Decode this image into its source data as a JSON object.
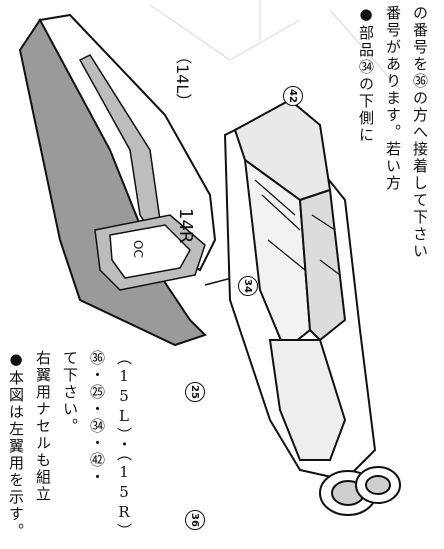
{
  "notes": {
    "left": {
      "line1": "●本図は左翼用を示す。",
      "line2": "右翼用ナセルも組立",
      "line3": "て下さい。",
      "line4": "㊱・㉕・㉞・㊷・",
      "line5": "（15L）・（15R）"
    },
    "right": {
      "line1": "●部品㉞の下側に",
      "line2": "番号があります。若い方",
      "line3": "の番号を㊱の方へ接着して下さい"
    }
  },
  "labels": {
    "wing_14L": "（14L）",
    "wing_14R": "14R",
    "wing_marking": "OC"
  },
  "callouts": {
    "p42": "42",
    "p34": "34",
    "p25": "25",
    "p36": "36"
  }
}
